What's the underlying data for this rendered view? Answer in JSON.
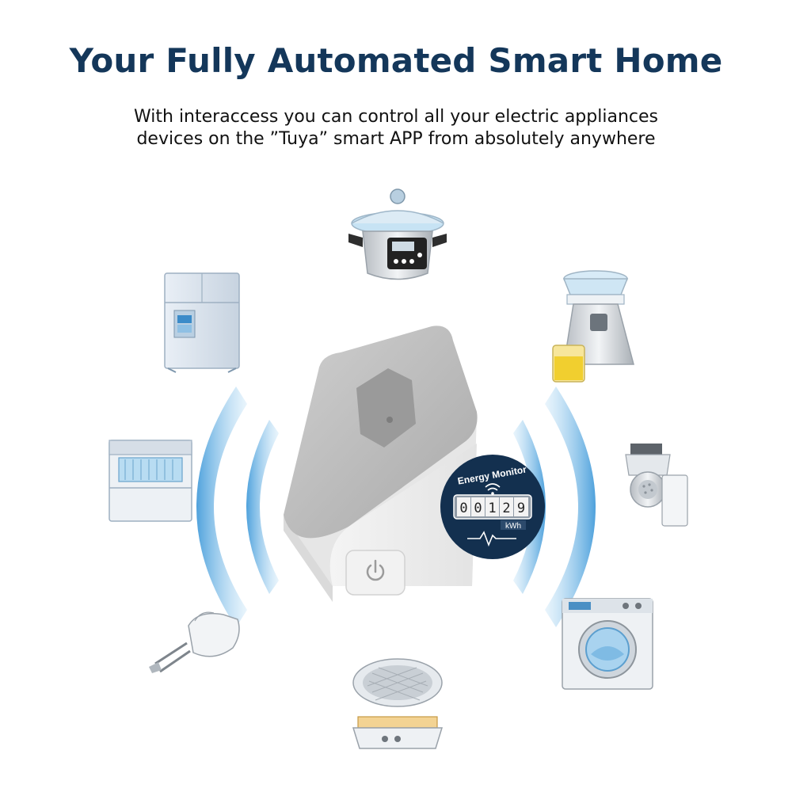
{
  "header": {
    "title": "Your Fully Automated Smart Home",
    "subtitle_line1": "With interaccess you can control all your electric appliances",
    "subtitle_line2": "devices on the ”Tuya” smart APP from absolutely anywhere"
  },
  "energy_badge": {
    "label": "Energy Monitor",
    "digits": [
      "0",
      "0",
      "1",
      "2",
      "9"
    ],
    "unit": "kWh"
  },
  "appliances": [
    "slow-cooker",
    "refrigerator",
    "juicer",
    "dishwasher",
    "meat-grinder",
    "hand-mixer",
    "waffle-maker",
    "washing-machine"
  ],
  "colors": {
    "title": "#14375a",
    "badge": "#13304f",
    "signal": "#5aaee2"
  }
}
